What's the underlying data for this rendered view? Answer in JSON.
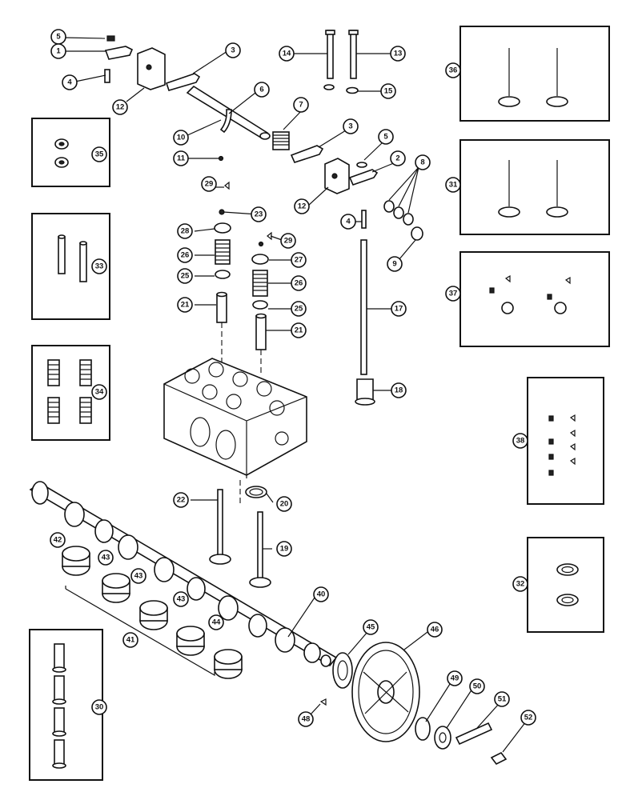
{
  "diagram": {
    "callouts": [
      "1",
      "2",
      "3",
      "4",
      "5",
      "6",
      "7",
      "8",
      "9",
      "10",
      "11",
      "12",
      "13",
      "14",
      "15",
      "17",
      "18",
      "19",
      "20",
      "21",
      "22",
      "23",
      "25",
      "26",
      "27",
      "28",
      "29",
      "30",
      "31",
      "32",
      "33",
      "34",
      "35",
      "36",
      "37",
      "38",
      "40",
      "41",
      "42",
      "43",
      "44",
      "45",
      "46",
      "48",
      "49",
      "50",
      "51",
      "52"
    ]
  }
}
